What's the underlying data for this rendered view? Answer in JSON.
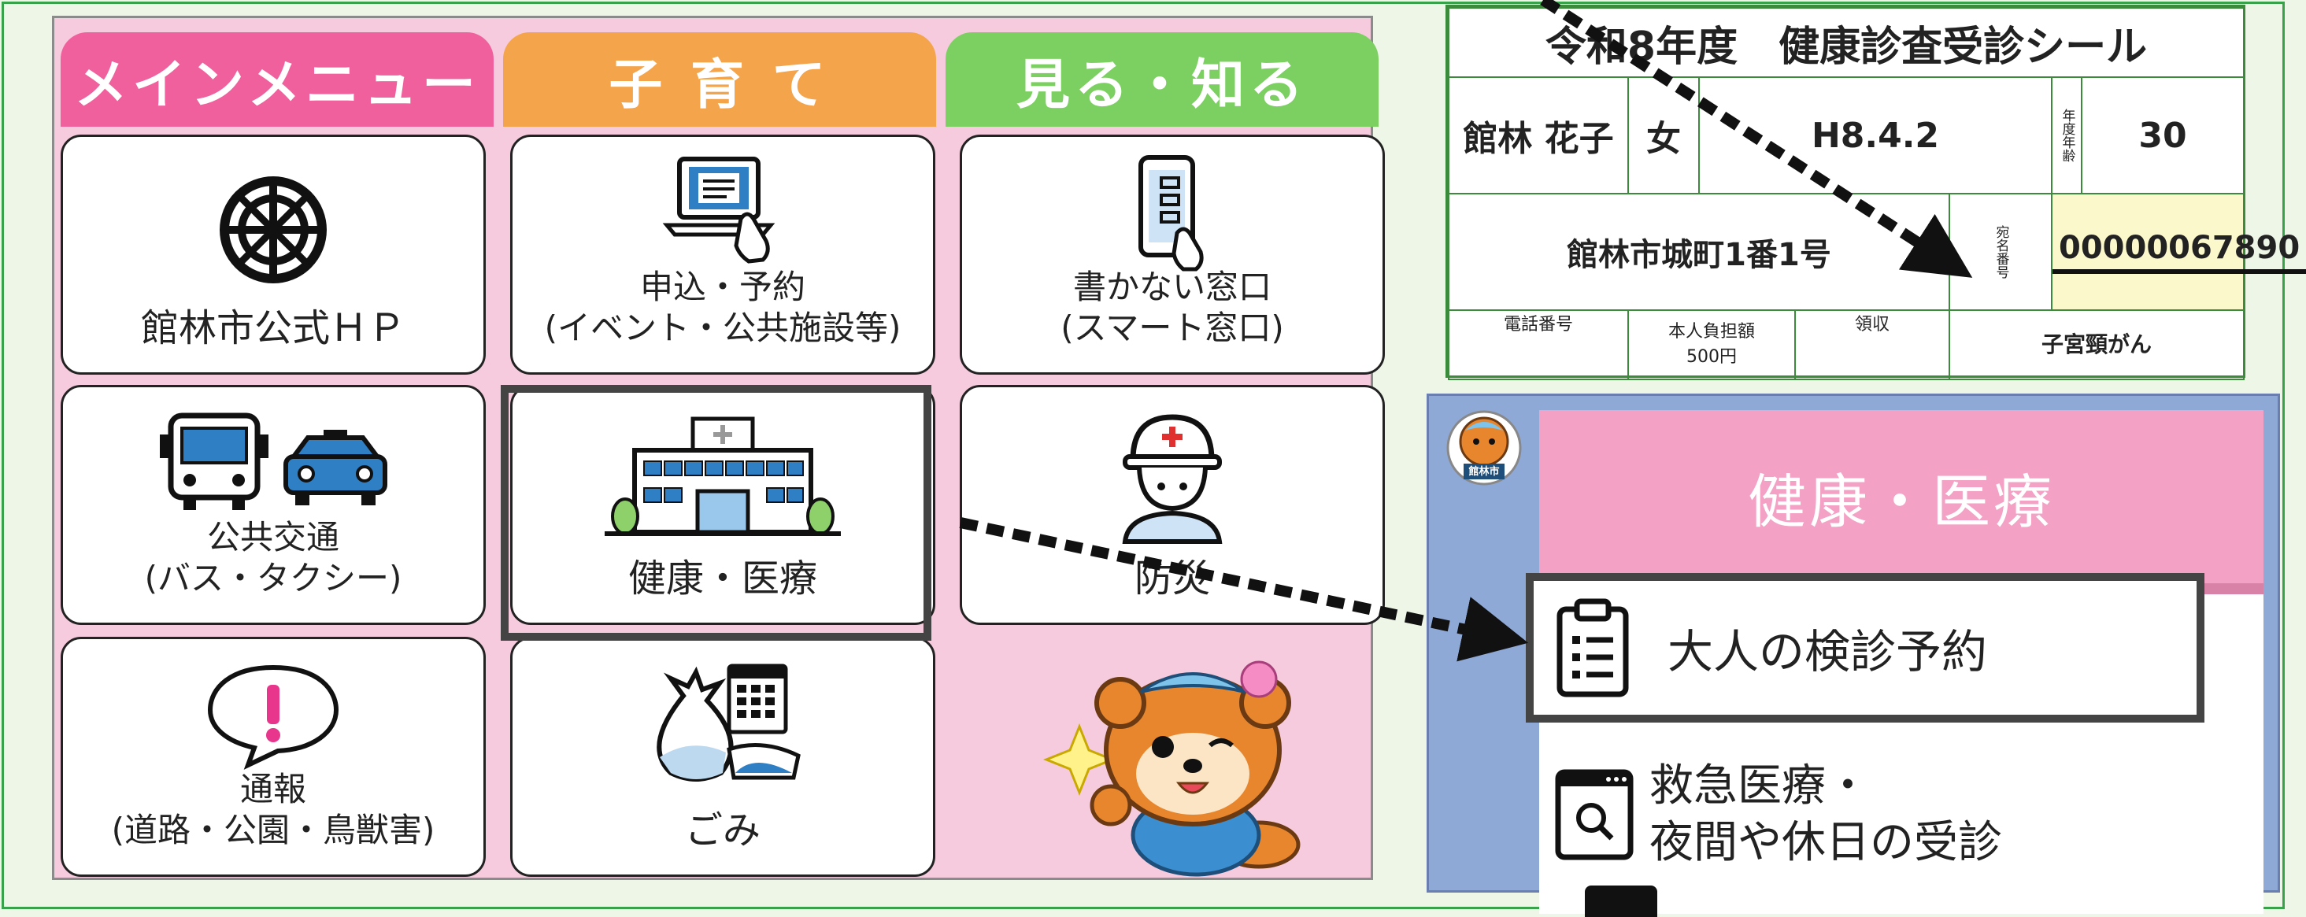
{
  "menu": {
    "tabs": [
      {
        "label": "メインメニュー"
      },
      {
        "label": "子 育 て"
      },
      {
        "label": "見る・知る"
      }
    ],
    "cards": [
      {
        "line1": "館林市公式ＨＰ",
        "line2": ""
      },
      {
        "line1": "申込・予約",
        "line2": "(イベント・公共施設等)"
      },
      {
        "line1": "書かない窓口",
        "line2": "(スマート窓口)"
      },
      {
        "line1": "公共交通",
        "line2": "(バス・タクシー)"
      },
      {
        "line1": "健康・医療",
        "line2": ""
      },
      {
        "line1": "防災",
        "line2": ""
      },
      {
        "line1": "通報",
        "line2": "(道路・公園・鳥獣害)"
      },
      {
        "line1": "ごみ",
        "line2": ""
      }
    ]
  },
  "sticker": {
    "title": "令和8年度　健康診査受診シール",
    "name": "館林 花子",
    "sex": "女",
    "birth": "H8.4.2",
    "age_label": "年度年齢",
    "age": "30",
    "address": "館林市城町1番1号",
    "id_label": "宛名番号",
    "id_number": "00000067890",
    "phone_label": "電話番号",
    "fee_label": "本人負担額",
    "fee_value": "500円",
    "receipt_label": "領収",
    "exam": "子宮頸がん"
  },
  "app": {
    "badge": "館林市",
    "header": "健康・医療",
    "items": [
      {
        "line1": "大人の検診予約",
        "line2": ""
      },
      {
        "line1": "救急医療・",
        "line2": "夜間や休日の受診"
      }
    ]
  },
  "colors": {
    "frame": "#37a24a",
    "tab_main": "#f0609c",
    "tab_child": "#f4a44a",
    "tab_info": "#7cd062",
    "menu_bg": "#f6cbdd",
    "app_header": "#f3a1c4",
    "app_bg": "#8fa9d6"
  }
}
